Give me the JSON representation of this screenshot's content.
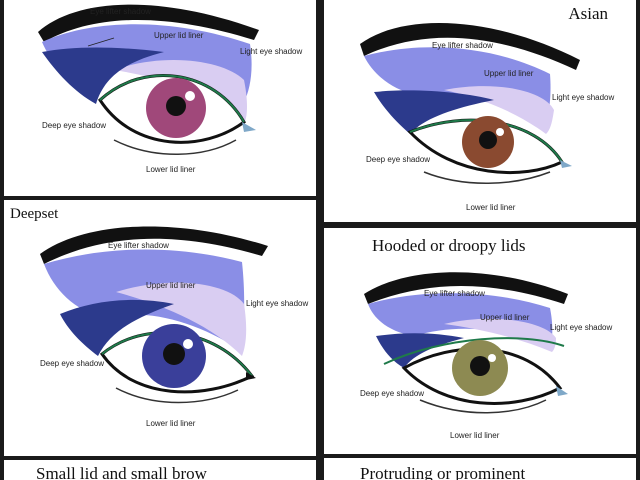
{
  "colors": {
    "brow": "#111111",
    "lifter": "#8a8ee6",
    "deep": "#2c3a8c",
    "light": "#d9cdf2",
    "liner": "#1f7a4a",
    "iris_a": "#a0487a",
    "iris_b": "#8a4a30",
    "iris_c": "#3a3f9a",
    "iris_d": "#8d8a52",
    "tearduct": "#7fa8c8"
  },
  "labels": {
    "eye_lifter_shadow": "Eye lifter shadow",
    "upper_lid_liner": "Upper lid liner",
    "light_eye_shadow": "Light eye shadow",
    "deep_eye_shadow": "Deep eye shadow",
    "lower_lid_liner": "Lower lid liner"
  },
  "panels": [
    {
      "heading": ""
    },
    {
      "heading": "Asian"
    },
    {
      "heading": "Deepset"
    },
    {
      "heading": "Hooded or droopy lids"
    },
    {
      "heading": "Small lid and small brow"
    },
    {
      "heading": "Protruding or prominent"
    }
  ]
}
